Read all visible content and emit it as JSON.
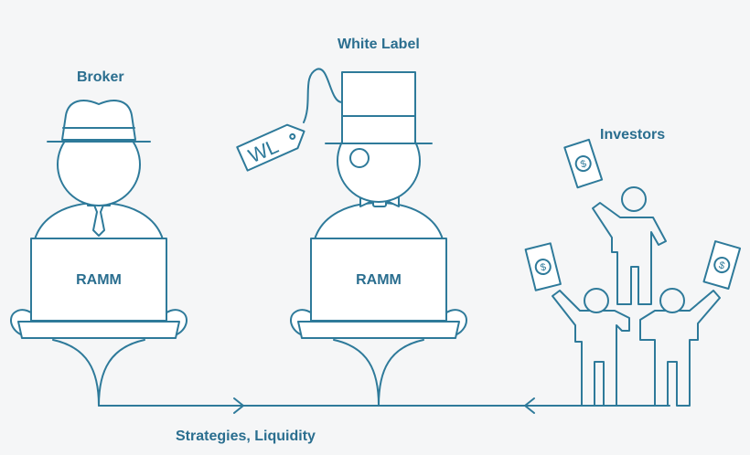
{
  "labels": {
    "broker": "Broker",
    "white_label": "White Label",
    "investors": "Investors",
    "flow": "Strategies, Liquidity"
  },
  "laptop_text": {
    "broker": "RAMM",
    "white_label": "RAMM"
  },
  "tag_text": "WL",
  "money_symbol": "$",
  "colors": {
    "stroke": "#2e7a9a",
    "text": "#2a6e8f",
    "background": "#f5f6f7",
    "fill": "#ffffff"
  },
  "icons": [
    "fedora-hat-icon",
    "top-hat-icon",
    "bow-tie-icon",
    "necktie-icon",
    "monocle-icon",
    "price-tag-icon",
    "laptop-icon",
    "banknote-icon",
    "person-icon",
    "arrow-right-icon",
    "arrow-left-icon"
  ]
}
